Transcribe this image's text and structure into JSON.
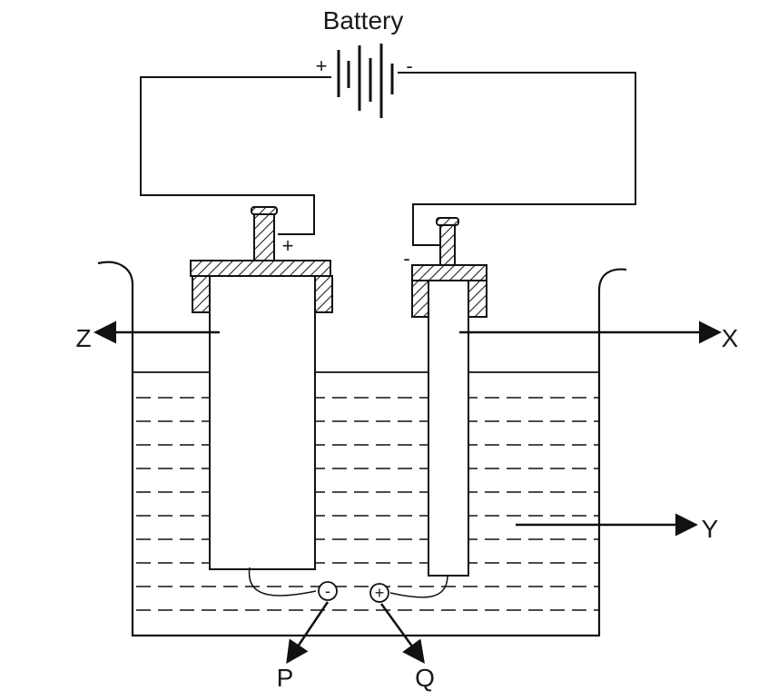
{
  "battery": {
    "label": "Battery",
    "positive_sign": "+",
    "negative_sign": "-"
  },
  "left_electrode": {
    "sign": "+",
    "label": "Z"
  },
  "right_electrode": {
    "sign": "-",
    "label": "X"
  },
  "electrolyte": {
    "label": "Y"
  },
  "ions": {
    "negative": {
      "symbol": "-",
      "label": "P"
    },
    "positive": {
      "symbol": "+",
      "label": "Q"
    }
  }
}
